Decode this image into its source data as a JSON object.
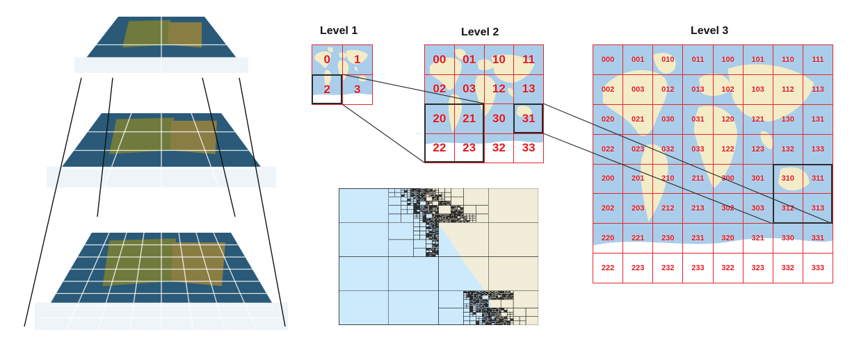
{
  "levels": {
    "level1": {
      "title": "Level 1",
      "cells": [
        "0",
        "1",
        "2",
        "3"
      ]
    },
    "level2": {
      "title": "Level 2",
      "cells": [
        "00",
        "01",
        "10",
        "11",
        "02",
        "03",
        "12",
        "13",
        "20",
        "21",
        "30",
        "31",
        "22",
        "23",
        "32",
        "33"
      ]
    },
    "level3": {
      "title": "Level 3",
      "cells": [
        "000",
        "001",
        "010",
        "011",
        "100",
        "101",
        "110",
        "111",
        "002",
        "003",
        "012",
        "013",
        "102",
        "103",
        "112",
        "113",
        "020",
        "021",
        "030",
        "031",
        "120",
        "121",
        "130",
        "131",
        "022",
        "023",
        "032",
        "033",
        "122",
        "123",
        "132",
        "133",
        "200",
        "201",
        "210",
        "211",
        "300",
        "301",
        "310",
        "311",
        "202",
        "203",
        "212",
        "213",
        "302",
        "303",
        "312",
        "313",
        "220",
        "221",
        "230",
        "231",
        "320",
        "321",
        "330",
        "331",
        "222",
        "223",
        "232",
        "233",
        "322",
        "323",
        "332",
        "333"
      ]
    }
  },
  "highlights": {
    "level1": [
      "2"
    ],
    "level2": [
      "20",
      "21",
      "22",
      "23",
      "31"
    ],
    "level3": [
      "310",
      "311",
      "312",
      "313"
    ]
  },
  "colors": {
    "grid_line": "#e8242b",
    "label": "#e3161e",
    "ocean": "#a9cdea",
    "land": "#f3ecc6",
    "ice": "#ffffff",
    "highlight_box": "#2b2b2b",
    "quadtree_bg": "#cdeafc",
    "pyramid_ocean": "#2a5a78",
    "pyramid_land": "#6f7a3c"
  }
}
